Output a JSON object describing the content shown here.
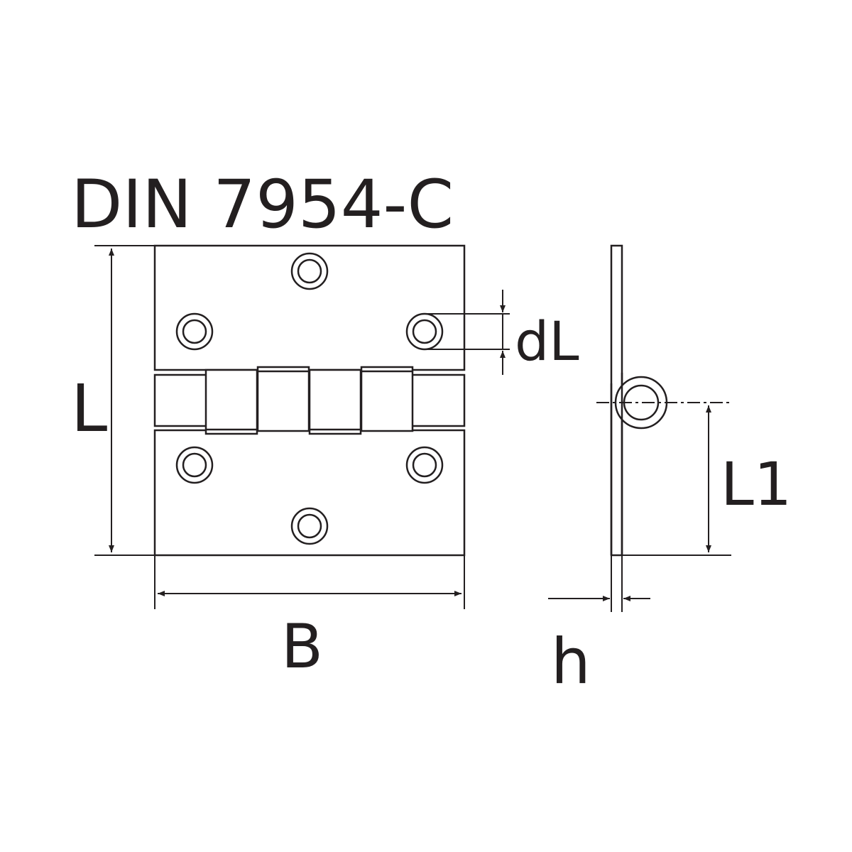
{
  "title": "DIN 7954-C",
  "dimensions": {
    "length": "L",
    "width": "B",
    "hole_diameter": "dL",
    "pivot_height": "L1",
    "thickness": "h"
  },
  "colors": {
    "line": "#231f20",
    "background": "#ffffff"
  }
}
